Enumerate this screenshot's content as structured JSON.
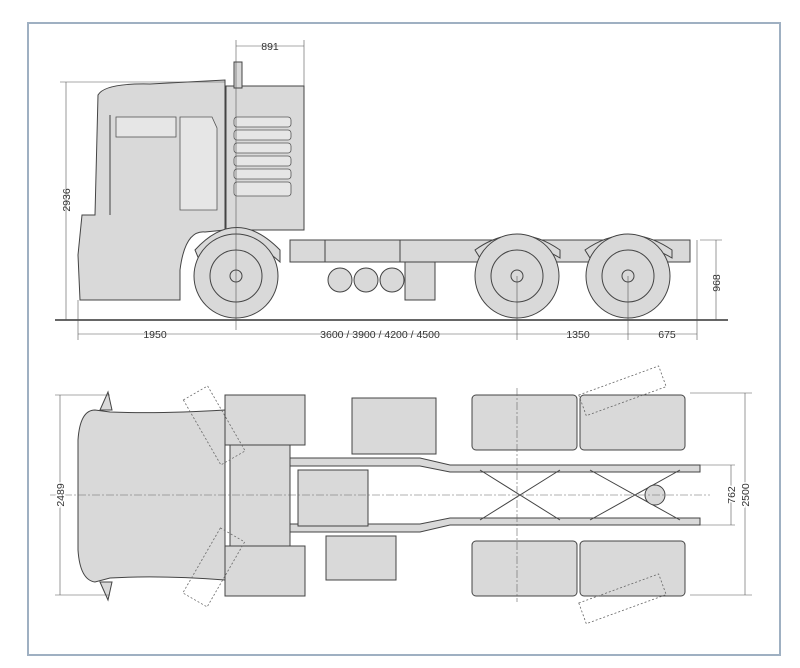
{
  "title": "Tractor unit 6x4 dimensional drawing",
  "side_view": {
    "cab_rear_to_front_axle": "891",
    "overall_height": "2936",
    "front_overhang": "1950",
    "wheelbase": "3600 / 3900 / 4200 / 4500",
    "tandem_spacing": "1350",
    "rear_overhang": "675",
    "fifth_wheel_height": "968"
  },
  "top_view": {
    "cab_width": "2489",
    "frame_width": "762",
    "overall_width": "2500"
  },
  "colors": {
    "frame_border": "#9fb0c2",
    "fill": "#d9d9d9",
    "line": "#444444"
  }
}
